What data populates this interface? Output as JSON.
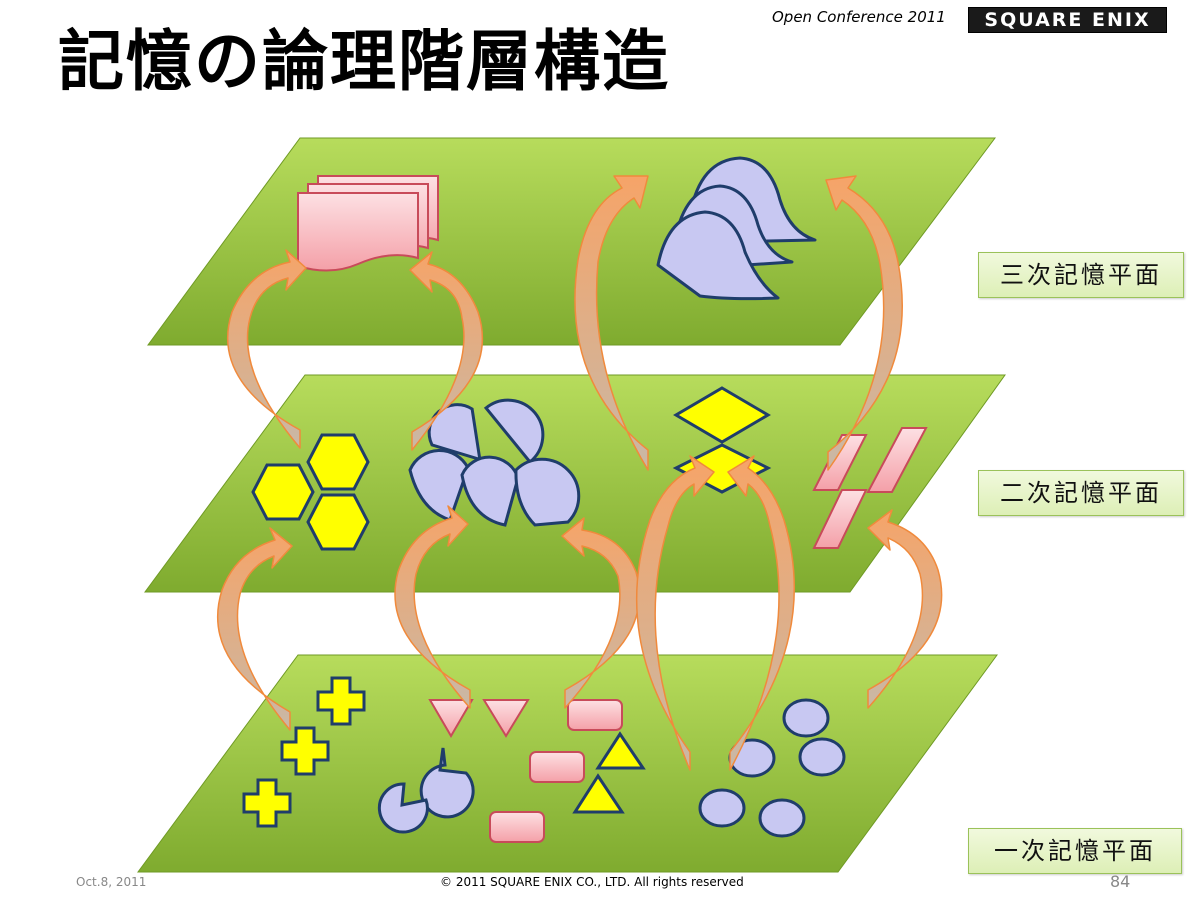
{
  "title": "記憶の論理階層構造",
  "conference": "Open Conference 2011",
  "logo_text": "SQUARE ENIX",
  "plane_labels": {
    "tertiary": "三次記憶平面",
    "secondary": "二次記憶平面",
    "primary": "一次記憶平面"
  },
  "footer": {
    "date": "Oct.8, 2011",
    "copyright": "© 2011 SQUARE ENIX CO., LTD. All rights reserved",
    "page": "84"
  },
  "colors": {
    "plane": "#8fbd3a",
    "plane_light": "#a9d054",
    "arrow": "#f5a06a",
    "arrow_stroke": "#f08a3c",
    "pink": "#f8b8be",
    "pink_stroke": "#c84b5a",
    "yellow": "#ffff00",
    "navy": "#1f3d6b",
    "lavender": "#c8c8f2"
  }
}
